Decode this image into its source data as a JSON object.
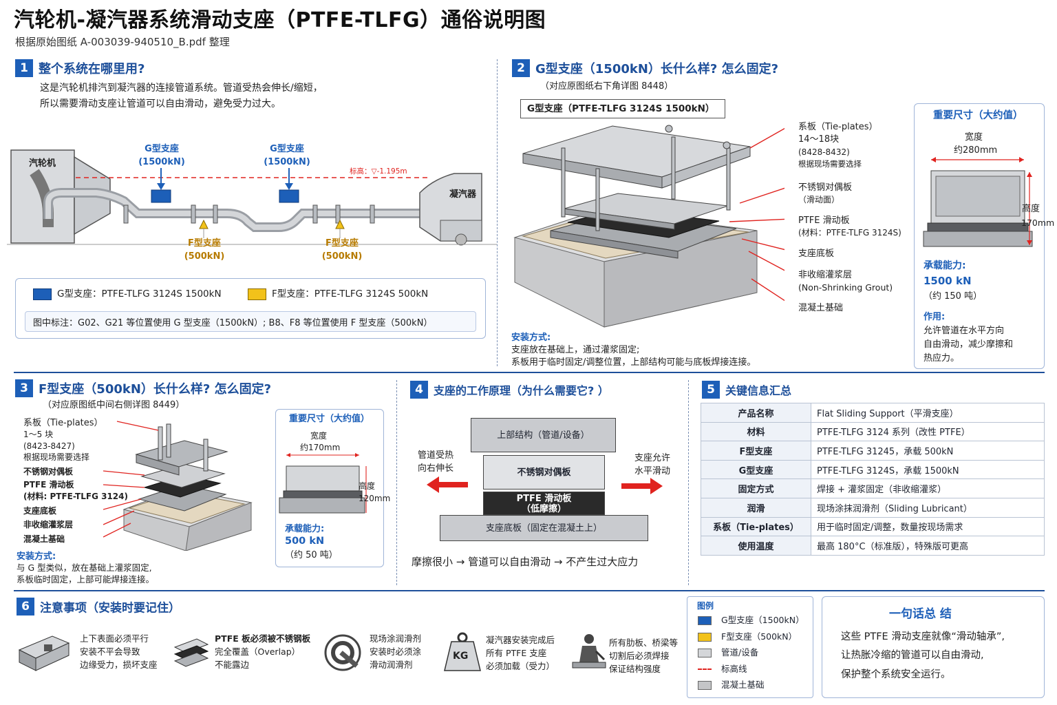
{
  "page": {
    "title": "汽轮机-凝汽器系统滑动支座（PTFE-TLFG）通俗说明图",
    "subtitle": "根据原始图纸 A-003039-940510_B.pdf 整理"
  },
  "colors": {
    "blue_accent": "#1d5fb8",
    "g_support": "#1d5fb8",
    "f_support": "#f2c21a",
    "red_line": "#e0231f",
    "gray": "#d4d6d9"
  },
  "s1": {
    "num": "1",
    "title": "整个系统在哪里用?",
    "desc1": "这是汽轮机排汽到凝汽器的连接管道系统。管道受热会伸长/缩短，",
    "desc2": "所以需要滑动支座让管道可以自由滑动，避免受力过大。",
    "turbine": "汽轮机",
    "condenser": "凝汽器",
    "g1_a": "G型支座",
    "g1_b": "(1500kN)",
    "g2_a": "G型支座",
    "g2_b": "(1500kN)",
    "f1_a": "F型支座",
    "f1_b": "(500kN)",
    "f2_a": "F型支座",
    "f2_b": "(500kN)",
    "elev": "标高：▽-1.195m",
    "legend_g": "G型支座：PTFE-TLFG 3124S  1500kN",
    "legend_f": "F型支座：PTFE-TLFG  3124S  500kN",
    "note": "图中标注：G02、G21 等位置使用 G 型支座（1500kN）; B8、F8 等位置使用 F 型支座（500kN）"
  },
  "s2": {
    "num": "2",
    "title": "G型支座（1500kN）长什么样? 怎么固定?",
    "ref": "（对应原图纸右下角详图 8448）",
    "caption": "G型支座（PTFE-TLFG 3124S 1500kN）",
    "l_tie_1": "系板（Tie-plates）",
    "l_tie_2": "14～18块",
    "l_tie_3": "(8428-8432)",
    "l_tie_4": "根据现场需要选择",
    "l_ss_1": "不锈钢对偶板",
    "l_ss_2": "（滑动面）",
    "l_ptfe_1": "PTFE 滑动板",
    "l_ptfe_2": "(材料：PTFE-TLFG 3124S)",
    "l_base": "支座底板",
    "l_grout_1": "非收缩灌浆层",
    "l_grout_2": "(Non-Shrinking Grout)",
    "l_conc": "混凝土基础",
    "install_t": "安装方式:",
    "install_1": "支座放在基础上，通过灌浆固定;",
    "install_2": "系板用于临时固定/调整位置，上部结构可能与底板焊接连接。",
    "dim_title": "重要尺寸（大约值）",
    "dim_w1": "宽度",
    "dim_w2": "约280mm",
    "dim_h1": "高度",
    "dim_h2": "170mm",
    "cap_t": "承载能力:",
    "cap_v": "1500 kN",
    "cap_v2": "（约 150 吨）",
    "use_t": "作用:",
    "use_1": "允许管道在水平方向",
    "use_2": "自由滑动，减少摩擦和",
    "use_3": "热应力。"
  },
  "s3": {
    "num": "3",
    "title": "F型支座（500kN）长什么样? 怎么固定?",
    "ref": "（对应原图纸中间右侧详图 8449）",
    "l_tie_1": "系板（Tie-plates）",
    "l_tie_2": "1～5 块",
    "l_tie_3": "(8423-8427)",
    "l_tie_4": "根据现场需要选择",
    "l_ss": "不锈钢对偶板",
    "l_ptfe_1": "PTFE 滑动板",
    "l_ptfe_2": "(材料: PTFE-TLFG 3124)",
    "l_base": "支座底板",
    "l_grout": "非收缩灌浆层",
    "l_conc": "混凝土基础",
    "install_t": "安装方式:",
    "install_1": "与 G 型类似，放在基础上灌浆固定,",
    "install_2": "系板临时固定，上部可能焊接连接。",
    "dim_title": "重要尺寸（大约值）",
    "dim_w1": "宽度",
    "dim_w2": "约170mm",
    "dim_h1": "高度",
    "dim_h2": "120mm",
    "cap_t": "承载能力:",
    "cap_v": "500 kN",
    "cap_v2": "（约 50 吨）"
  },
  "s4": {
    "num": "4",
    "title": "支座的工作原理（为什么需要它? ）",
    "layer1": "上部结构（管道/设备）",
    "layer2": "不锈钢对偶板",
    "layer3_a": "PTFE 滑动板",
    "layer3_b": "（低摩擦）",
    "layer4": "支座底板（固定在混凝土上）",
    "left_1": "管道受热",
    "left_2": "向右伸长",
    "right_1": "支座允许",
    "right_2": "水平滑动",
    "bottom": "摩擦很小 → 管道可以自由滑动 → 不产生过大应力"
  },
  "s5": {
    "num": "5",
    "title": "关键信息汇总",
    "rows": [
      {
        "k": "产品名称",
        "v": "Flat Sliding Support（平滑支座）"
      },
      {
        "k": "材料",
        "v": "PTFE-TLFG 3124 系列（改性 PTFE）"
      },
      {
        "k": "F型支座",
        "v": "PTFE-TLFG 31245，承载 500kN"
      },
      {
        "k": "G型支座",
        "v": "PTFE-TLFG 3124S，承载 1500kN"
      },
      {
        "k": "固定方式",
        "v": "焊接 + 灌浆固定（非收缩灌浆）"
      },
      {
        "k": "润滑",
        "v": "现场涂抹润滑剂（Sliding Lubricant）"
      },
      {
        "k": "系板（Tie-plates）",
        "v": "用于临时固定/调整，数量按现场需求"
      },
      {
        "k": "使用温度",
        "v": "最高 180°C（标准版），特殊版可更高"
      }
    ]
  },
  "s6": {
    "num": "6",
    "title": "注意事项（安装时要记住）",
    "tip1": [
      "上下表面必须平行",
      "安装不平会导致",
      "边缘受力，损坏支座"
    ],
    "tip2": [
      "PTFE 板必须被不锈钢板",
      "完全覆盖（Overlap）",
      "不能露边"
    ],
    "tip3": [
      "现场涂润滑剂",
      "安装时必须涂",
      "滑动润滑剂"
    ],
    "tip4": [
      "凝汽器安装完成后",
      "所有 PTFE 支座",
      "必须加载（受力）"
    ],
    "tip5": [
      "所有肋板、桥梁等",
      "切割后必须焊接",
      "保证结构强度"
    ],
    "kg": "KG"
  },
  "legend": {
    "title": "图例",
    "items": [
      "G型支座（1500kN）",
      "F型支座（500kN）",
      "管道/设备",
      "标高线",
      "混凝土基础"
    ]
  },
  "summary": {
    "title": "一句话总 结",
    "l1": "这些 PTFE 滑动支座就像“滑动轴承”,",
    "l2": "让热胀冷缩的管道可以自由滑动,",
    "l3": "保护整个系统安全运行。"
  }
}
